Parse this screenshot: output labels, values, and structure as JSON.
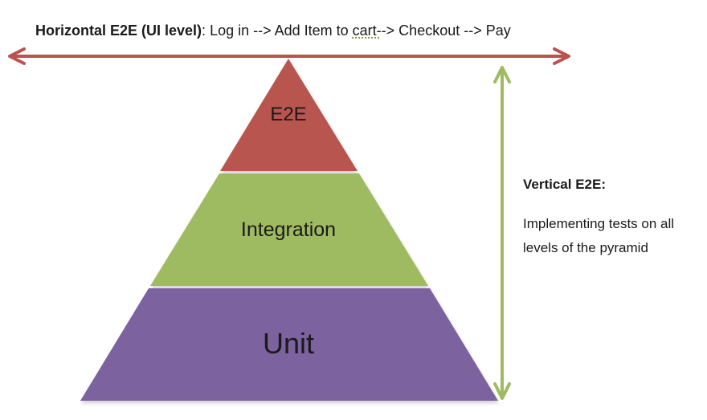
{
  "header": {
    "label_bold": "Horizontal E2E (UI level)",
    "label_colon": ":",
    "flow_part1": " Log in --> Add Item to ",
    "flow_cart": "cart-",
    "flow_part2": "-> Checkout --> Pay"
  },
  "pyramid": {
    "tiers": [
      {
        "label": "E2E",
        "color": "#b85450"
      },
      {
        "label": "Integration",
        "color": "#9fbb62"
      },
      {
        "label": "Unit",
        "color": "#7b64a0"
      }
    ]
  },
  "vertical": {
    "title": "Vertical E2E:",
    "description": "Implementing tests on all levels of the pyramid"
  },
  "colors": {
    "horizontal_arrow": "#b85450",
    "vertical_arrow": "#9fbb62"
  }
}
